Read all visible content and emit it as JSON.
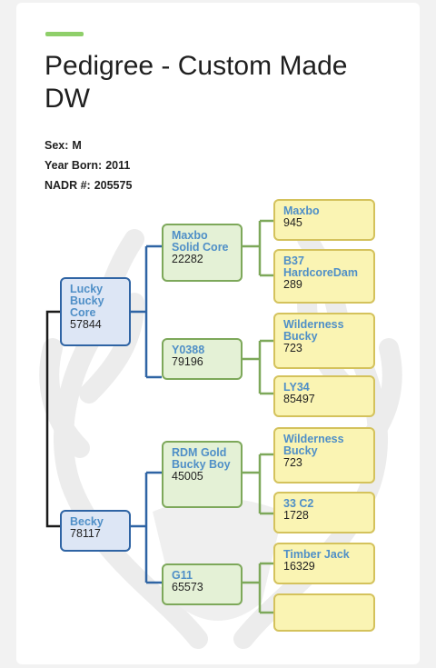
{
  "title": "Pedigree - Custom Made DW",
  "info": [
    {
      "label": "Sex:",
      "value": "M"
    },
    {
      "label": "Year Born:",
      "value": "2011"
    },
    {
      "label": "NADR #:",
      "value": "205575"
    }
  ],
  "sire": {
    "name": "Lucky Bucky Core",
    "number": "57844"
  },
  "dam": {
    "name": "Becky",
    "number": "78117"
  },
  "sire_sire": {
    "name": "Maxbo Solid Core",
    "number": "22282"
  },
  "sire_dam": {
    "name": "Y0388",
    "number": "79196"
  },
  "dam_sire": {
    "name": "RDM Gold Bucky Boy",
    "number": "45005"
  },
  "dam_dam": {
    "name": "G11",
    "number": "65573"
  },
  "ss_sire": {
    "name": "Maxbo",
    "number": "945"
  },
  "ss_dam": {
    "name": "B37 HardcoreDam",
    "number": "289"
  },
  "sd_sire": {
    "name": "Wilderness Bucky",
    "number": "723"
  },
  "sd_dam": {
    "name": "LY34",
    "number": "85497"
  },
  "ds_sire": {
    "name": "Wilderness Bucky",
    "number": "723"
  },
  "ds_dam": {
    "name": "33 C2",
    "number": "1728"
  },
  "dd_sire": {
    "name": "Timber Jack",
    "number": "16329"
  },
  "dd_dam": {
    "name": "",
    "number": ""
  },
  "colors": {
    "accent": "#8fcf6a",
    "gen1_fill": "#dde6f5",
    "gen1_border": "#2f64a4",
    "gen2_fill": "#e4f1d6",
    "gen2_border": "#7da85a",
    "gen3_fill": "#faf4b3",
    "gen3_border": "#d4c25c",
    "name_text": "#4f8fc7"
  },
  "background_icon": "antler-watermark-icon"
}
